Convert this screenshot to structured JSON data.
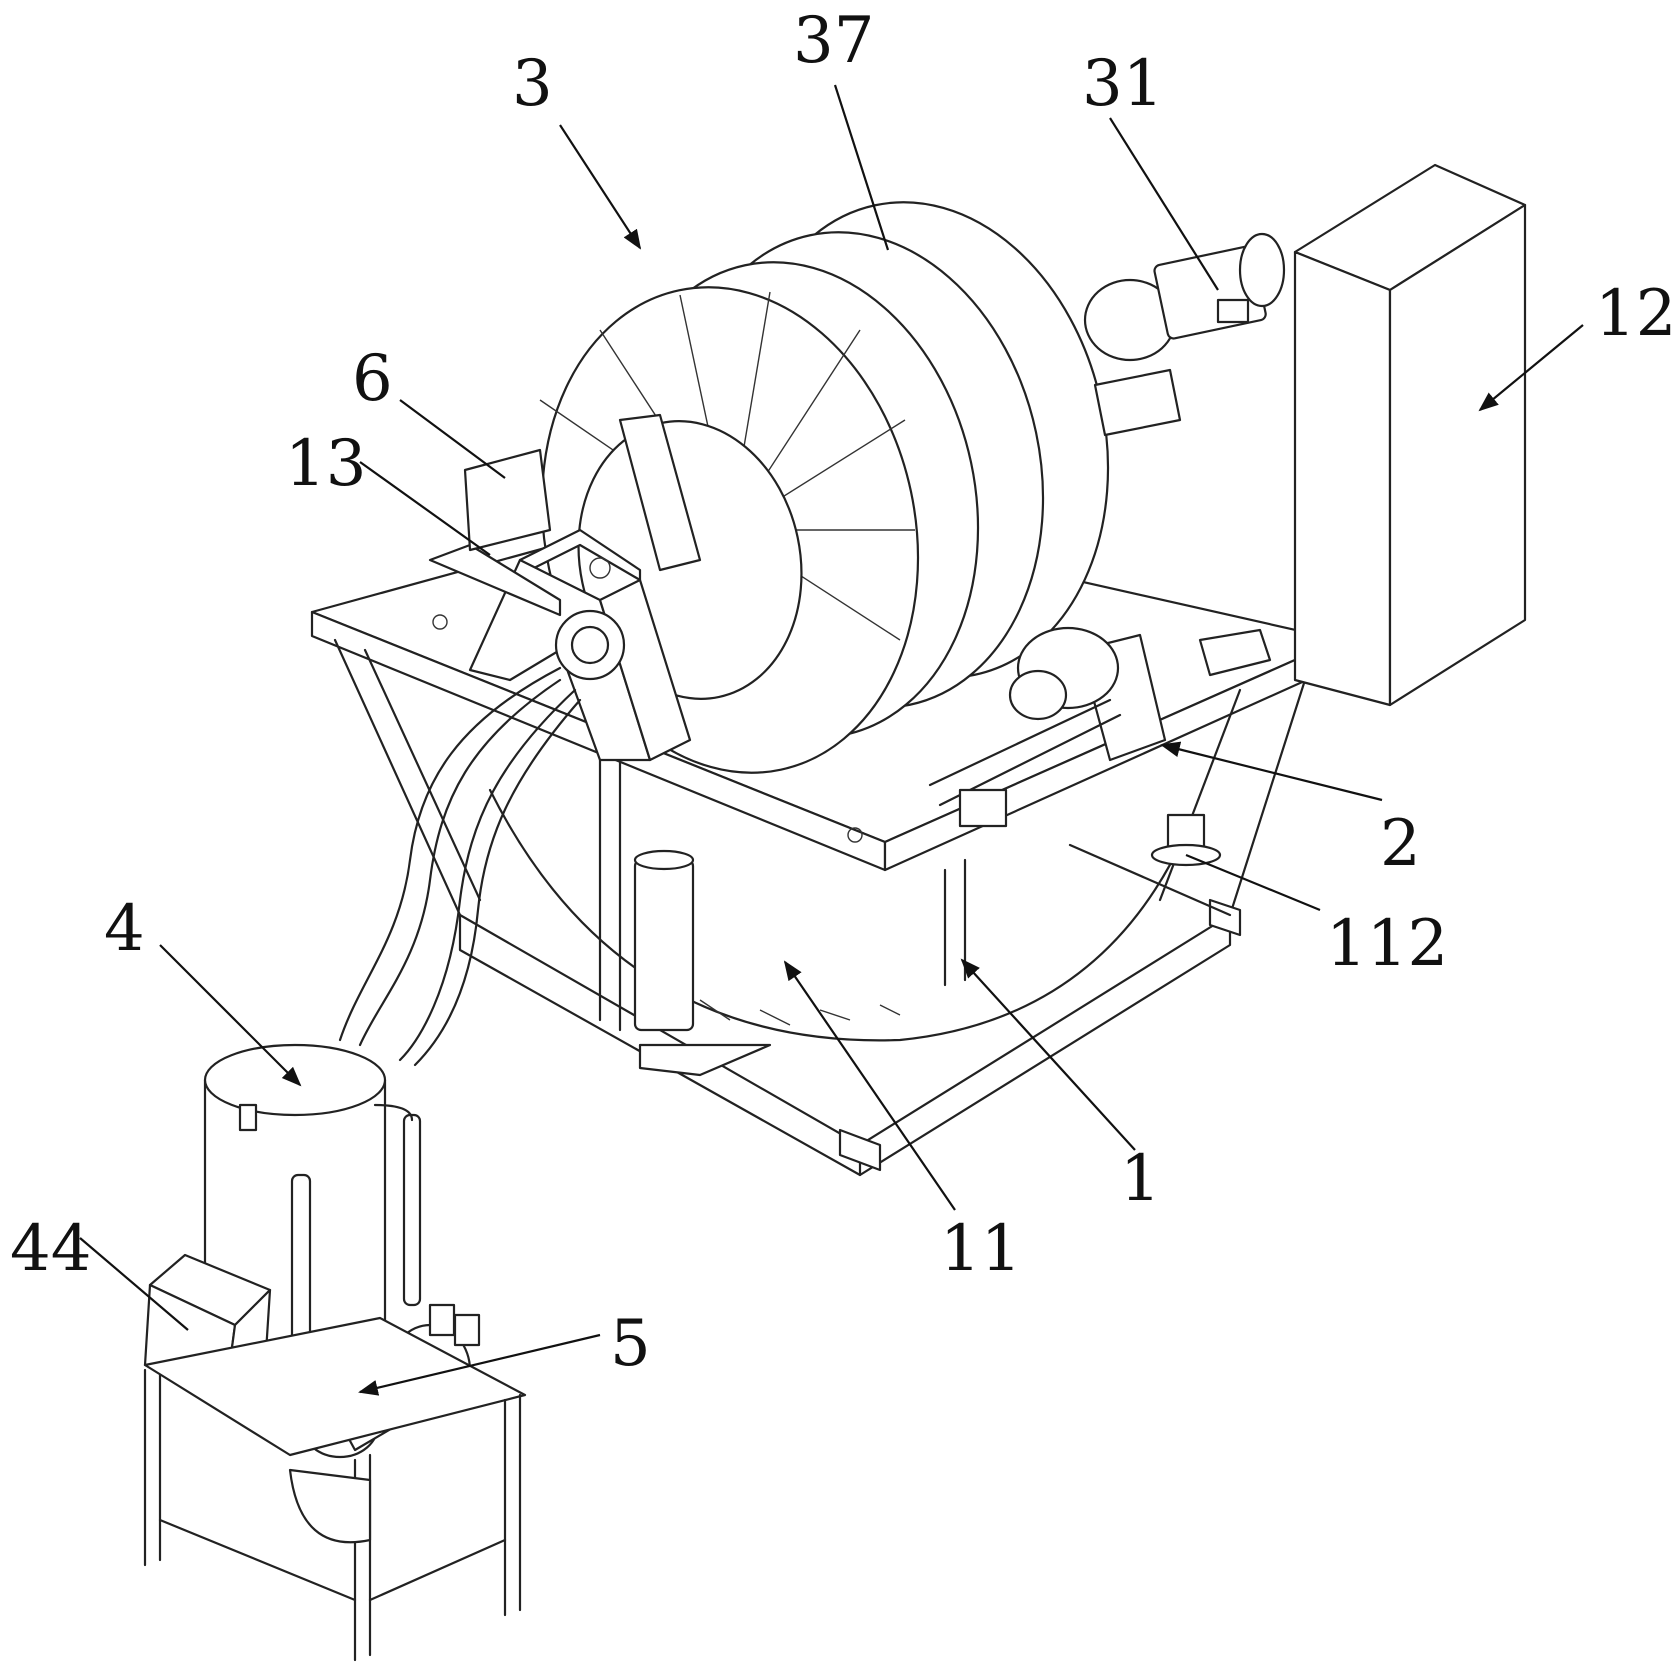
{
  "figure": {
    "callouts": [
      {
        "id": "3",
        "label": "3"
      },
      {
        "id": "37",
        "label": "37"
      },
      {
        "id": "31",
        "label": "31"
      },
      {
        "id": "12",
        "label": "12"
      },
      {
        "id": "6",
        "label": "6"
      },
      {
        "id": "13",
        "label": "13"
      },
      {
        "id": "2",
        "label": "2"
      },
      {
        "id": "112",
        "label": "112"
      },
      {
        "id": "4",
        "label": "4"
      },
      {
        "id": "1",
        "label": "1"
      },
      {
        "id": "11",
        "label": "11"
      },
      {
        "id": "44",
        "label": "44"
      },
      {
        "id": "5",
        "label": "5"
      }
    ]
  }
}
